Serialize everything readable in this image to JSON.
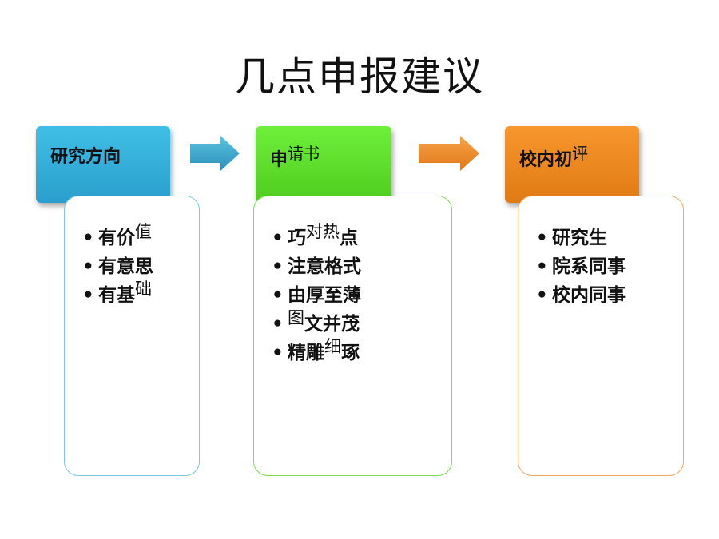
{
  "title": "几点申报建议",
  "colors": {
    "box1": "#31b0d9",
    "box2": "#5fe02a",
    "box3": "#f08a1e",
    "arrow1": "#39a7cc",
    "arrow2": "#f08a2a",
    "panel1_border": "#7ec8e0",
    "panel2_border": "#7edc5a",
    "panel3_border": "#f3a766"
  },
  "steps": [
    {
      "header": {
        "main": "研究方向",
        "sup": ""
      },
      "items": [
        {
          "main": "有价",
          "sup": "值",
          "rest": ""
        },
        {
          "main": "有意思",
          "sup": "",
          "rest": ""
        },
        {
          "main": "有基",
          "sup": "础",
          "rest": ""
        }
      ]
    },
    {
      "header": {
        "main": "申",
        "sup": "请书"
      },
      "items": [
        {
          "main": "巧",
          "sup": "对热",
          "rest": "点"
        },
        {
          "main": "注意格式",
          "sup": "",
          "rest": ""
        },
        {
          "main": "由厚至薄",
          "sup": "",
          "rest": ""
        },
        {
          "main": "",
          "sup": "图",
          "rest": "文并茂"
        },
        {
          "main": "精雕",
          "sup": "细",
          "rest": "琢"
        }
      ]
    },
    {
      "header": {
        "main": "校内初",
        "sup": "评"
      },
      "items": [
        {
          "main": "研究生",
          "sup": "",
          "rest": ""
        },
        {
          "main": "院系同事",
          "sup": "",
          "rest": ""
        },
        {
          "main": "校内同事",
          "sup": "",
          "rest": ""
        }
      ]
    }
  ]
}
